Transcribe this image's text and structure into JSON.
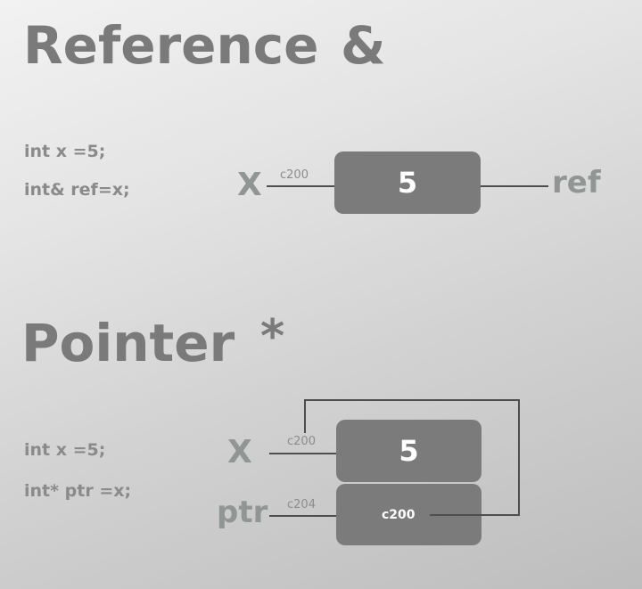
{
  "reference": {
    "title": "Reference",
    "symbol": "&",
    "code": [
      "int x =5;",
      "int& ref=x;"
    ],
    "var_name": "X",
    "address": "c200",
    "value": "5",
    "alias": "ref"
  },
  "pointer": {
    "title": "Pointer",
    "symbol": "*",
    "code": [
      "int x =5;",
      "int* ptr =x;"
    ],
    "x_name": "X",
    "x_address": "c200",
    "x_value": "5",
    "ptr_name": "ptr",
    "ptr_address": "c204",
    "ptr_value": "c200"
  },
  "colors": {
    "title": "#7a7a7a",
    "box": "#7b7b7b",
    "box_text": "#ffffff",
    "connector": "#4e4e4e",
    "var_label": "#909693"
  }
}
